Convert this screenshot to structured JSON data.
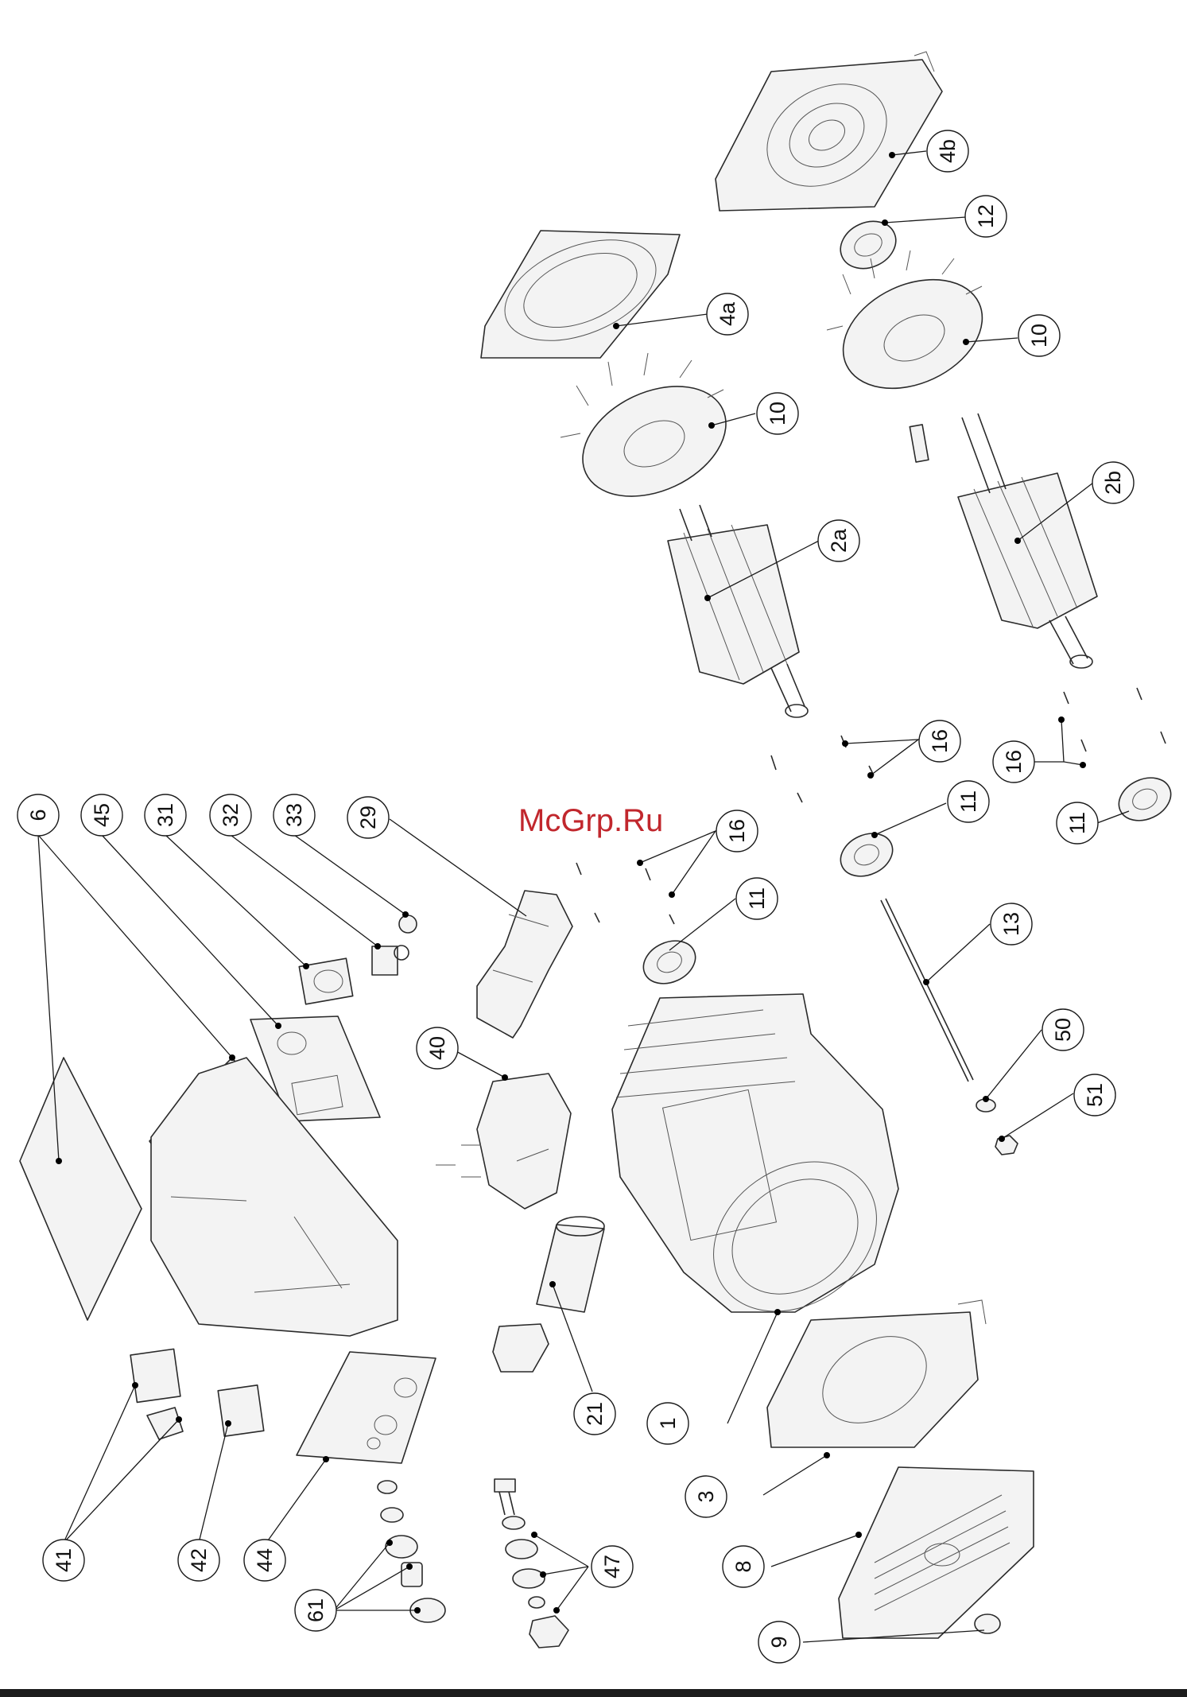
{
  "watermark": "McGrp.Ru",
  "colors": {
    "watermark": "#c1272d",
    "line": "#2a2a2a",
    "bar": "#1d1d1d"
  },
  "callouts": [
    {
      "id": "4b",
      "label": "4b"
    },
    {
      "id": "12",
      "label": "12"
    },
    {
      "id": "4a",
      "label": "4a"
    },
    {
      "id": "10a",
      "label": "10"
    },
    {
      "id": "10b",
      "label": "10"
    },
    {
      "id": "2b",
      "label": "2b"
    },
    {
      "id": "2a",
      "label": "2a"
    },
    {
      "id": "16a",
      "label": "16"
    },
    {
      "id": "16b",
      "label": "16"
    },
    {
      "id": "16c",
      "label": "16"
    },
    {
      "id": "11a",
      "label": "11"
    },
    {
      "id": "11b",
      "label": "11"
    },
    {
      "id": "11c",
      "label": "11"
    },
    {
      "id": "13",
      "label": "13"
    },
    {
      "id": "50",
      "label": "50"
    },
    {
      "id": "51",
      "label": "51"
    },
    {
      "id": "6",
      "label": "6"
    },
    {
      "id": "45",
      "label": "45"
    },
    {
      "id": "31",
      "label": "31"
    },
    {
      "id": "32",
      "label": "32"
    },
    {
      "id": "33",
      "label": "33"
    },
    {
      "id": "29",
      "label": "29"
    },
    {
      "id": "40",
      "label": "40"
    },
    {
      "id": "21",
      "label": "21"
    },
    {
      "id": "1",
      "label": "1"
    },
    {
      "id": "3",
      "label": "3"
    },
    {
      "id": "8",
      "label": "8"
    },
    {
      "id": "9",
      "label": "9"
    },
    {
      "id": "41",
      "label": "41"
    },
    {
      "id": "42",
      "label": "42"
    },
    {
      "id": "44",
      "label": "44"
    },
    {
      "id": "61",
      "label": "61"
    },
    {
      "id": "47",
      "label": "47"
    }
  ]
}
